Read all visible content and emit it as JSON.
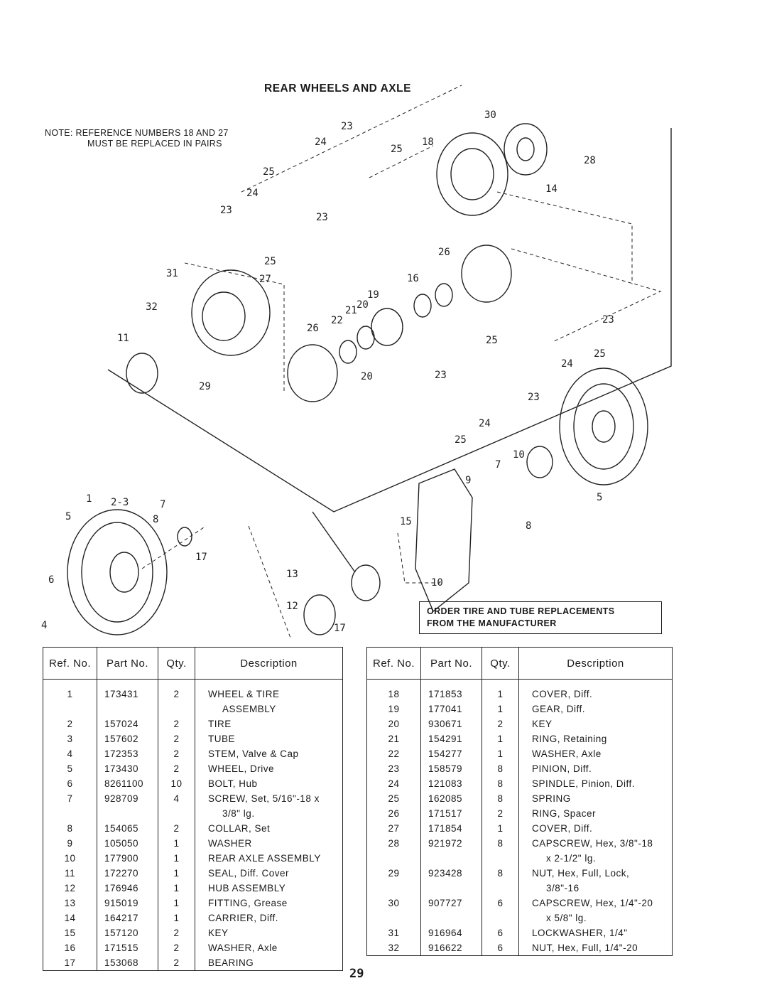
{
  "title": "REAR WHEELS AND AXLE",
  "note": {
    "line1": "NOTE: REFERENCE NUMBERS 18 AND 27",
    "line2": "MUST BE REPLACED IN PAIRS"
  },
  "order_notice": {
    "line1": "ORDER TIRE AND TUBE REPLACEMENTS",
    "line2": "FROM THE MANUFACTURER"
  },
  "callouts": [
    "23",
    "24",
    "25",
    "30",
    "18",
    "28",
    "14",
    "25",
    "24",
    "23",
    "23",
    "25",
    "26",
    "31",
    "27",
    "16",
    "19",
    "20",
    "21",
    "22",
    "32",
    "11",
    "26",
    "29",
    "20",
    "23",
    "25",
    "24",
    "23",
    "25",
    "24",
    "23",
    "25",
    "10",
    "7",
    "9",
    "5",
    "1",
    "2-3",
    "7",
    "5",
    "8",
    "15",
    "8",
    "17",
    "6",
    "13",
    "10",
    "12",
    "4",
    "17"
  ],
  "table_headers": {
    "ref": "Ref. No.",
    "part": "Part No.",
    "qty": "Qty.",
    "desc": "Description"
  },
  "left_rows": [
    {
      "ref": "1",
      "part": "173431",
      "qty": "2",
      "desc": "WHEEL & TIRE",
      "desc2": "ASSEMBLY"
    },
    {
      "ref": "2",
      "part": "157024",
      "qty": "2",
      "desc": "TIRE",
      "desc2": ""
    },
    {
      "ref": "3",
      "part": "157602",
      "qty": "2",
      "desc": "TUBE",
      "desc2": ""
    },
    {
      "ref": "4",
      "part": "172353",
      "qty": "2",
      "desc": "STEM, Valve & Cap",
      "desc2": ""
    },
    {
      "ref": "5",
      "part": "173430",
      "qty": "2",
      "desc": "WHEEL, Drive",
      "desc2": ""
    },
    {
      "ref": "6",
      "part": "8261100",
      "qty": "10",
      "desc": "BOLT, Hub",
      "desc2": ""
    },
    {
      "ref": "7",
      "part": "928709",
      "qty": "4",
      "desc": "SCREW, Set, 5/16\"-18 x",
      "desc2": "3/8\" lg."
    },
    {
      "ref": "8",
      "part": "154065",
      "qty": "2",
      "desc": "COLLAR, Set",
      "desc2": ""
    },
    {
      "ref": "9",
      "part": "105050",
      "qty": "1",
      "desc": "WASHER",
      "desc2": ""
    },
    {
      "ref": "10",
      "part": "177900",
      "qty": "1",
      "desc": "REAR AXLE ASSEMBLY",
      "desc2": ""
    },
    {
      "ref": "11",
      "part": "172270",
      "qty": "1",
      "desc": "SEAL, Diff. Cover",
      "desc2": ""
    },
    {
      "ref": "12",
      "part": "176946",
      "qty": "1",
      "desc": "HUB ASSEMBLY",
      "desc2": ""
    },
    {
      "ref": "13",
      "part": "915019",
      "qty": "1",
      "desc": "FITTING, Grease",
      "desc2": ""
    },
    {
      "ref": "14",
      "part": "164217",
      "qty": "1",
      "desc": "CARRIER, Diff.",
      "desc2": ""
    },
    {
      "ref": "15",
      "part": "157120",
      "qty": "2",
      "desc": "KEY",
      "desc2": ""
    },
    {
      "ref": "16",
      "part": "171515",
      "qty": "2",
      "desc": "WASHER, Axle",
      "desc2": ""
    },
    {
      "ref": "17",
      "part": "153068",
      "qty": "2",
      "desc": "BEARING",
      "desc2": ""
    }
  ],
  "right_rows": [
    {
      "ref": "18",
      "part": "171853",
      "qty": "1",
      "desc": "COVER, Diff.",
      "desc2": ""
    },
    {
      "ref": "19",
      "part": "177041",
      "qty": "1",
      "desc": "GEAR, Diff.",
      "desc2": ""
    },
    {
      "ref": "20",
      "part": "930671",
      "qty": "2",
      "desc": "KEY",
      "desc2": ""
    },
    {
      "ref": "21",
      "part": "154291",
      "qty": "1",
      "desc": "RING, Retaining",
      "desc2": ""
    },
    {
      "ref": "22",
      "part": "154277",
      "qty": "1",
      "desc": "WASHER, Axle",
      "desc2": ""
    },
    {
      "ref": "23",
      "part": "158579",
      "qty": "8",
      "desc": "PINION, Diff.",
      "desc2": ""
    },
    {
      "ref": "24",
      "part": "121083",
      "qty": "8",
      "desc": "SPINDLE, Pinion, Diff.",
      "desc2": ""
    },
    {
      "ref": "25",
      "part": "162085",
      "qty": "8",
      "desc": "SPRING",
      "desc2": ""
    },
    {
      "ref": "26",
      "part": "171517",
      "qty": "2",
      "desc": "RING, Spacer",
      "desc2": ""
    },
    {
      "ref": "27",
      "part": "171854",
      "qty": "1",
      "desc": "COVER, Diff.",
      "desc2": ""
    },
    {
      "ref": "28",
      "part": "921972",
      "qty": "8",
      "desc": "CAPSCREW, Hex, 3/8\"-18",
      "desc2": "x 2-1/2\" lg."
    },
    {
      "ref": "29",
      "part": "923428",
      "qty": "8",
      "desc": "NUT, Hex, Full, Lock,",
      "desc2": "3/8\"-16"
    },
    {
      "ref": "30",
      "part": "907727",
      "qty": "6",
      "desc": "CAPSCREW, Hex, 1/4\"-20",
      "desc2": "x 5/8\" lg."
    },
    {
      "ref": "31",
      "part": "916964",
      "qty": "6",
      "desc": "LOCKWASHER, 1/4\"",
      "desc2": ""
    },
    {
      "ref": "32",
      "part": "916622",
      "qty": "6",
      "desc": "NUT, Hex, Full, 1/4\"-20",
      "desc2": ""
    }
  ],
  "page_number": "29"
}
